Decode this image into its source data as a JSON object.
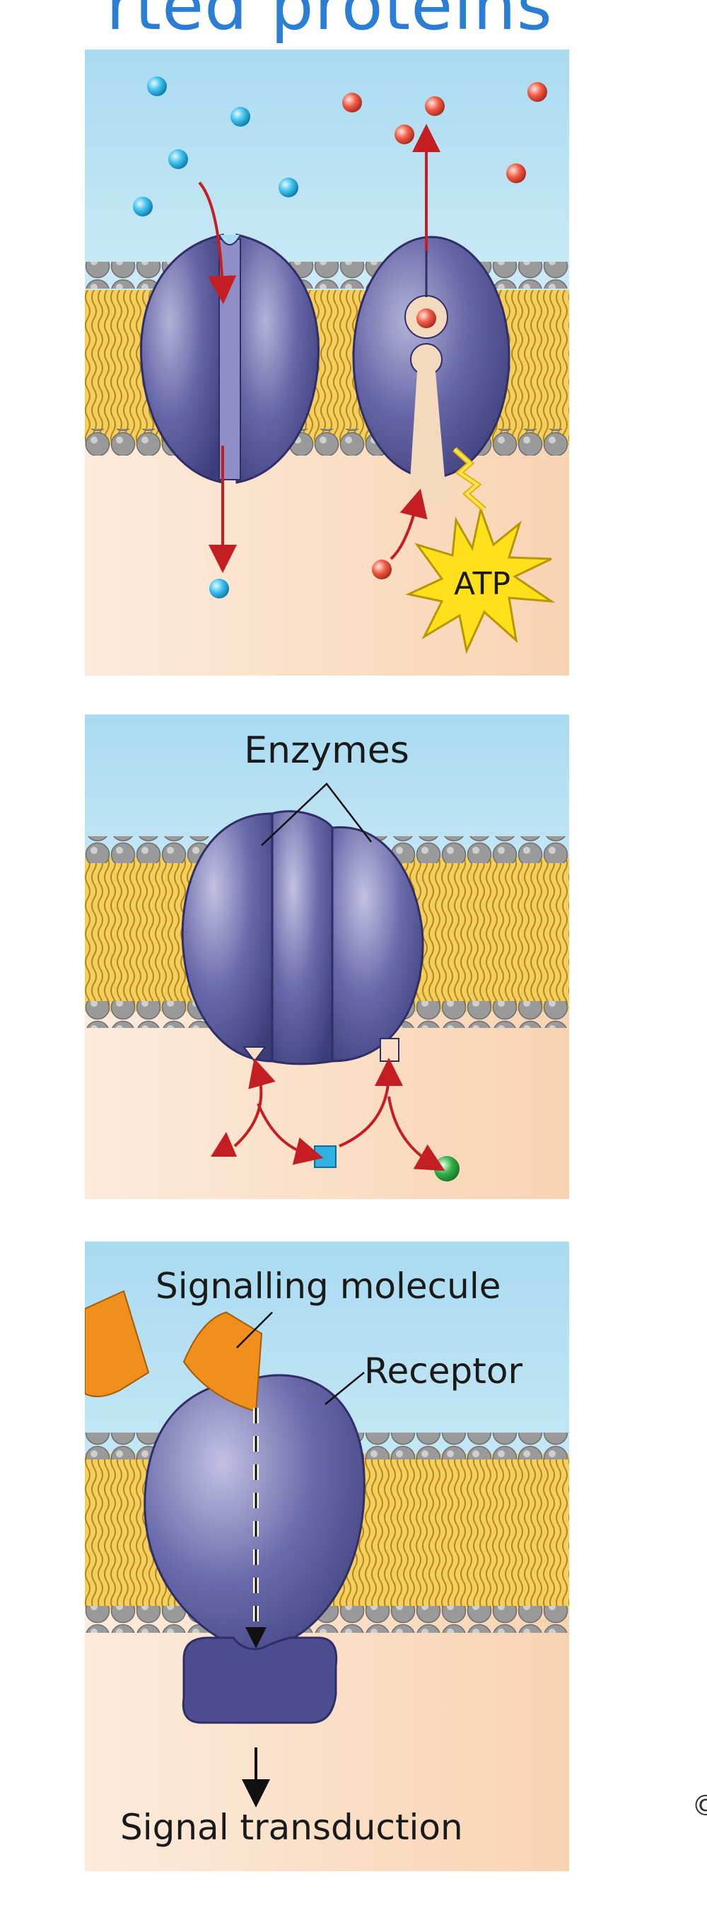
{
  "header": {
    "title": "rted proteins"
  },
  "panels": {
    "transport": {
      "atp_label": "ATP"
    },
    "enzymes": {
      "label": "Enzymes"
    },
    "signal": {
      "signalling_molecule_label": "Signalling molecule",
      "receptor_label": "Receptor",
      "signal_transduction_label": "Signal transduction"
    }
  },
  "footer": {
    "copyright": "©"
  },
  "colors": {
    "title_blue": "#2a7fd4",
    "protein": "#5b5a9c",
    "phosphate_head": "#9a9a9a",
    "lipid_tail": "#e2b544",
    "extracellular": "#a9dbf1",
    "cytoplasm": "#fadfc6",
    "arrow_red": "#c41e22",
    "blue_molecule": "#2fb0e0",
    "red_molecule": "#e8533f",
    "signal_molecule": "#f08f1b",
    "atp_star": "#ffe01a"
  }
}
